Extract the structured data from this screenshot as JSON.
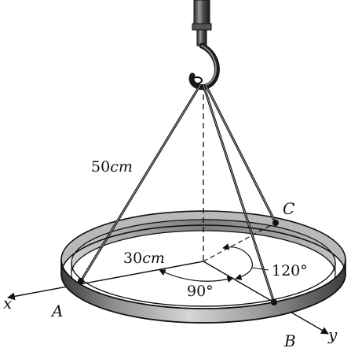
{
  "figure": {
    "labels": {
      "length_rope": "50",
      "length_rope_unit": "cm",
      "radius": "30",
      "radius_unit": "cm",
      "angle_right": "90°",
      "angle_obtuse": "120°",
      "point_a": "A",
      "point_b": "B",
      "point_c": "C",
      "axis_x": "x",
      "axis_y": "y"
    }
  }
}
